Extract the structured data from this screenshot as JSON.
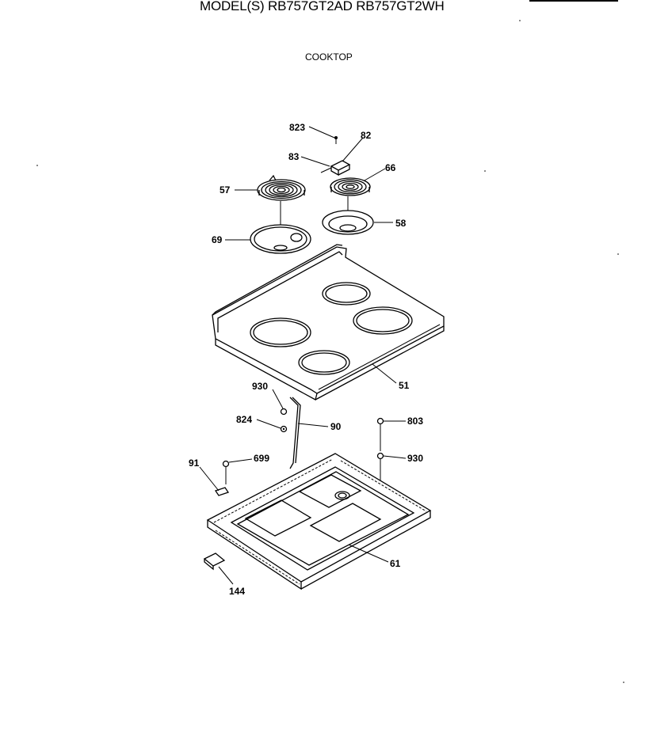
{
  "header": {
    "title": "MODEL(S) RB757GT2AD  RB757GT2WH",
    "subtitle": "COOKTOP"
  },
  "parts": [
    {
      "id": "p823a",
      "label": "823"
    },
    {
      "id": "p82",
      "label": "82"
    },
    {
      "id": "p83",
      "label": "83"
    },
    {
      "id": "p66",
      "label": "66"
    },
    {
      "id": "p57",
      "label": "57"
    },
    {
      "id": "p58",
      "label": "58"
    },
    {
      "id": "p69",
      "label": "69"
    },
    {
      "id": "p51",
      "label": "51"
    },
    {
      "id": "p930a",
      "label": "930"
    },
    {
      "id": "p824",
      "label": "824"
    },
    {
      "id": "p90",
      "label": "90"
    },
    {
      "id": "p803",
      "label": "803"
    },
    {
      "id": "p930b",
      "label": "930"
    },
    {
      "id": "p91",
      "label": "91"
    },
    {
      "id": "p699",
      "label": "699"
    },
    {
      "id": "p61",
      "label": "61"
    },
    {
      "id": "p144",
      "label": "144"
    }
  ]
}
